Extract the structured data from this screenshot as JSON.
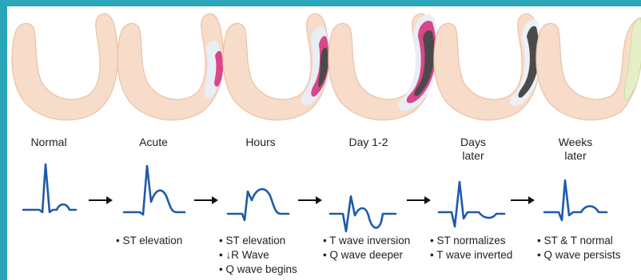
{
  "stages": [
    {
      "title_line1": "Normal",
      "title_line2": "",
      "bullets": []
    },
    {
      "title_line1": "Acute",
      "title_line2": "",
      "bullets": [
        "• ST elevation"
      ]
    },
    {
      "title_line1": "Hours",
      "title_line2": "",
      "bullets": [
        "• ST elevation",
        "• ↓R Wave",
        "• Q wave begins"
      ]
    },
    {
      "title_line1": "Day 1-2",
      "title_line2": "",
      "bullets": [
        "• T wave inversion",
        "• Q wave deeper"
      ]
    },
    {
      "title_line1": "Days",
      "title_line2": "later",
      "bullets": [
        "• ST normalizes",
        "• T wave inverted"
      ]
    },
    {
      "title_line1": "Weeks",
      "title_line2": "later",
      "bullets": [
        "• ST & T normal",
        "• Q wave persists"
      ]
    }
  ],
  "colors": {
    "background_border": "#2aa6b8",
    "myocardium": "#f7dcc9",
    "ischemia_zone": "#e8eef5",
    "injury_zone": "#d9468a",
    "infarct_zone": "#4a4a4a",
    "scar_zone": "#e4efc7",
    "ecg_trace": "#1f5aa8"
  }
}
